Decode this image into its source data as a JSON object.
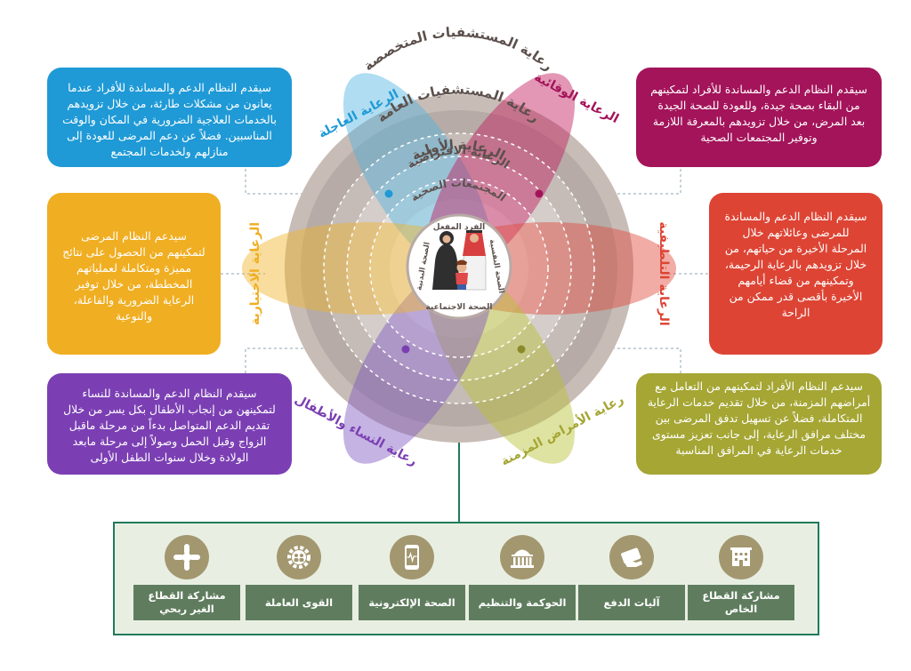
{
  "circle": {
    "rings": [
      "رعاية المستشفيات المتخصصة",
      "رعاية المستشفيات العامة",
      "الرعاية الأولية",
      "الرعاية الافتراضية",
      "المجتمعات الصحية"
    ],
    "center": {
      "title": "الفرد المفعل",
      "left_label": "الصحة البدنية",
      "right_label": "الصحة النفسية",
      "bottom_label": "الصحة الاجتماعية"
    }
  },
  "petals": [
    {
      "label": "الرعاية العاجلة",
      "color": "#4fb4e0"
    },
    {
      "label": "الرعاية الوقائية",
      "color": "#c2185b"
    },
    {
      "label": "الرعاية التلطيفية",
      "color": "#e0473a"
    },
    {
      "label": "رعاية الأمراض المزمنة",
      "color": "#b8c230"
    },
    {
      "label": "رعاية النساء والأطفال",
      "color": "#7e57c2"
    },
    {
      "label": "الرعاية الاختيارية",
      "color": "#f0b328"
    }
  ],
  "boxes": {
    "urgent": {
      "text": "سيقدم النظام الدعم والمساندة للأفراد عندما يعانون من مشكلات طارئة، من خلال تزويدهم بالخدمات العلاجية الضرورية في المكان والوقت المناسبين. فضلاً عن دعم المرضى للعودة إلى منازلهم ولخدمات المجتمع",
      "color": "#1f9ad6"
    },
    "preventive": {
      "text": "سيقدم النظام الدعم والمساندة للأفراد لتمكينهم من البقاء بصحة جيدة، وللعودة للصحة الجيدة بعد المرض، من خلال تزويدهم بالمعرفة اللازمة وتوفير المجتمعات الصحية",
      "color": "#a3145a"
    },
    "palliative": {
      "text": "سيقدم النظام الدعم والمساندة للمرضى وعائلاتهم خلال المرحلة الأخيرة من حياتهم، من خلال تزويدهم بالرعاية الرحيمة، وتمكينهم من قضاء أيامهم الأخيرة بأقصى قدر ممكن من الراحة",
      "color": "#dd4434"
    },
    "chronic": {
      "text": "سيدعم النظام الأفراد لتمكينهم من التعامل مع أمراضهم المزمنة، من خلال تقديم خدمات الرعاية المتكاملة، فضلاً عن تسهيل تدفق المرضى بين مختلف مرافق الرعاية، إلى جانب تعزيز مستوى خدمات الرعاية في المرافق المناسبة",
      "color": "#a5a634"
    },
    "women": {
      "text": "سيقدم النظام الدعم والمساندة للنساء لتمكينهن من إنجاب الأطفال بكل يسر من خلال تقديم الدعم المتواصل بدءاً من مرحلة ماقبل الزواج وقبل الحمل وصولاً إلى مرحلة مابعد الولادة وخلال سنوات الطفل الأولى",
      "color": "#7b3fb3"
    },
    "elective": {
      "text": "سيدعم النظام المرضى لتمكينهم من الحصول على نتائج مميزة ومتكاملة لعملياتهم المخططة، من خلال توفير الرعاية الضرورية والفاعلة، والنوعية",
      "color": "#f0ae22"
    }
  },
  "pillars": [
    {
      "label": "مشاركة القطاع الخاص",
      "icon": "building-icon"
    },
    {
      "label": "آليات الدفع",
      "icon": "payment-icon"
    },
    {
      "label": "الحوكمة والتنظيم",
      "icon": "government-building-icon"
    },
    {
      "label": "الصحة الإلكترونية",
      "icon": "smartphone-health-icon"
    },
    {
      "label": "القوى العاملة",
      "icon": "workforce-gear-icon"
    },
    {
      "label": "مشاركة القطاع الغير ربحي",
      "icon": "hands-icon"
    }
  ]
}
